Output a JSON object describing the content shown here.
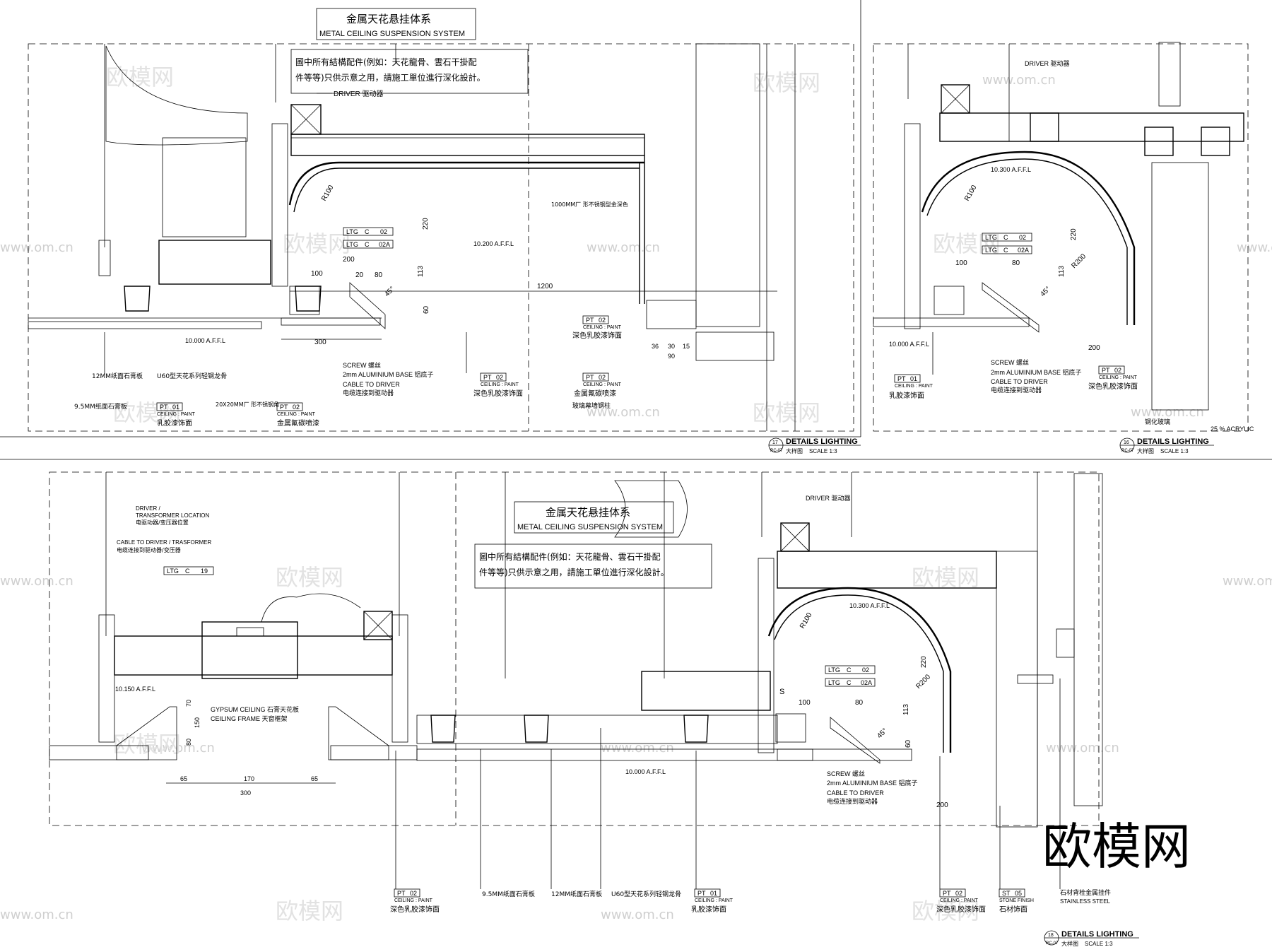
{
  "system_title": {
    "cn": "金属天花悬挂体系",
    "en": "METAL CEILING SUSPENSION SYSTEM"
  },
  "note_text": {
    "line1": "圖中所有結構配件(例如：天花龍骨、雲石干掛配",
    "line2": "件等等)只供示意之用，請施工單位進行深化設計。"
  },
  "labels": {
    "driver": "DRIVER 驱动器",
    "driver_transformer_1": "DRIVER /",
    "driver_transformer_2": "TRANSFORMER LOCATION",
    "driver_transformer_cn": "电驱动器/变压器位置",
    "cable_trans_en": "CABLE TO DRIVER / TRASFORMER",
    "cable_trans_cn": "电缆连接到驱动器/变压器",
    "screw": "SCREW 螺丝",
    "alu_base": "2mm ALUMINIUM BASE 铝底子",
    "cable_driver_en": "CABLE TO DRIVER",
    "cable_driver_cn": "电缆连接到驱动器",
    "gypsum_ceiling": "GYPSUM CEILING 石膏天花板",
    "ceiling_frame": "CEILING FRAME 天窗框架",
    "board_12": "12MM纸面石膏板",
    "board_95": "9.5MM纸面石膏板",
    "keel_u60": "U60型天花系列轻钢龙骨",
    "ss_angle": "20X20MM厂 形不锈钢角",
    "ss_rack": "1000MM厂 形不锈钢型金深色",
    "latex_paint": "乳胶漆饰面",
    "dark_latex": "深色乳胶漆饰面",
    "metal_spray": "金属氟碳喷漆",
    "glass_column": "玻璃幕墙钢柱",
    "glass_sub": "钢化玻璃",
    "acrylic": "25 % ACRYLIC",
    "stone_finish": "石材饰面",
    "stainless": "STAINLESS STEEL",
    "stone_back": "石材背栓金属挂件",
    "ceiling_paint": "CEILING : PAINT",
    "stone_tag": "STONE FINISH"
  },
  "tags": {
    "ltg": "LTG",
    "c": "C",
    "n02": "02",
    "n02a": "02A",
    "n19": "19",
    "pt": "PT",
    "p01": "01",
    "p02": "02",
    "st": "ST",
    "s05": "05"
  },
  "levels": {
    "l10000": "10.000 A.F.F.L",
    "l10200": "10.200 A.F.F.L",
    "l10300": "10.300 A.F.F.L",
    "l10150": "10.150 A.F.F.L"
  },
  "dims": {
    "r100": "R100",
    "r200": "R200",
    "d220": "220",
    "d200": "200",
    "d100": "100",
    "d80": "80",
    "d20": "20",
    "d113": "113",
    "d60": "60",
    "d45": "45°",
    "d1200": "1200",
    "d300": "300",
    "d36": "36",
    "d30": "30",
    "d15": "15",
    "d90": "90",
    "d70": "70",
    "d150": "150",
    "d65": "65",
    "d170": "170",
    "s_mark": "S"
  },
  "details": {
    "title": "DETAILS LIGHTING",
    "sub": "大样图",
    "scale": "SCALE 1:3",
    "num17": "17",
    "num16": "16",
    "num18": "18",
    "ref": "RC-07"
  },
  "watermarks": {
    "site": "www.om.cn",
    "brand": "欧模网",
    "big": "欧模网"
  }
}
